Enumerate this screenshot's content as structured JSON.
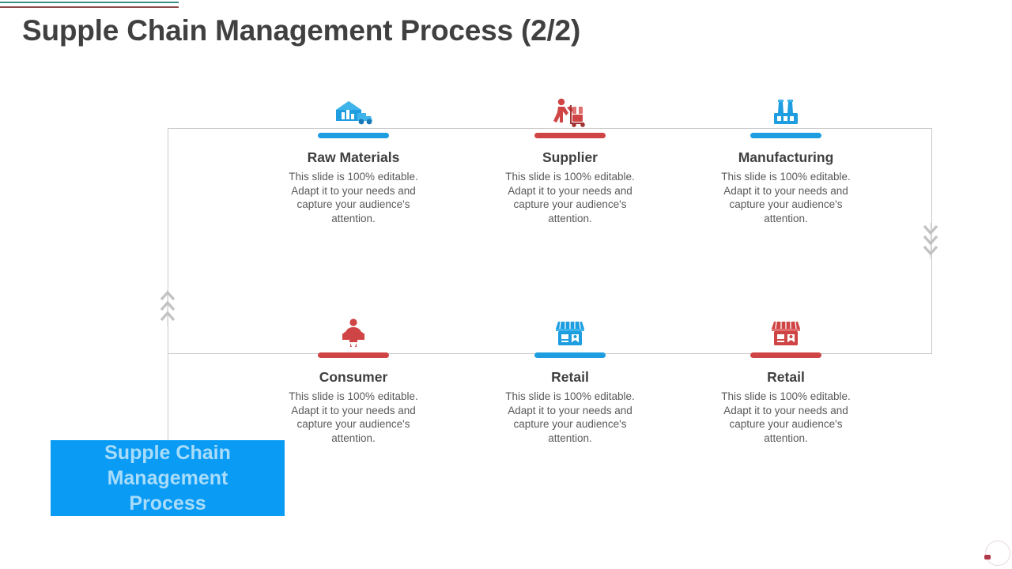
{
  "slide": {
    "title": "Supple Chain Management Process (2/2)",
    "decor": {
      "rule_teal_color": "#3b8f8c",
      "rule_red_color": "#8c4b4b",
      "frame_color": "#c9c9c9",
      "accent_blue": "#1e9de0",
      "accent_red": "#cf4444",
      "callout_bg": "#0a9bf5",
      "callout_fg": "#a8dcfa"
    }
  },
  "body_text": "This slide is 100% editable. Adapt it to your needs and capture your audience's attention.",
  "nodes": [
    {
      "id": "raw-materials",
      "title": "Raw Materials",
      "desc": "This slide is 100% editable. Adapt it to your needs and capture your audience's attention.",
      "icon": "warehouse-truck-icon",
      "color": "blue",
      "row": "top"
    },
    {
      "id": "supplier",
      "title": "Supplier",
      "desc": "This slide is 100% editable. Adapt it to your needs and capture your audience's attention.",
      "icon": "worker-handcart-icon",
      "color": "red",
      "row": "top"
    },
    {
      "id": "manufacturing",
      "title": "Manufacturing",
      "desc": "This slide is 100% editable. Adapt it to your needs and capture your audience's attention.",
      "icon": "factory-icon",
      "color": "blue",
      "row": "top"
    },
    {
      "id": "consumer",
      "title": "Consumer",
      "desc": "This slide is 100% editable. Adapt it to your needs and capture your audience's attention.",
      "icon": "shopper-person-icon",
      "color": "red",
      "row": "bottom"
    },
    {
      "id": "retail-1",
      "title": "Retail",
      "desc": "This slide is 100% editable. Adapt it to your needs and capture your audience's attention.",
      "icon": "storefront-icon",
      "color": "blue",
      "row": "bottom"
    },
    {
      "id": "retail-2",
      "title": "Retail",
      "desc": "This slide is 100% editable. Adapt it to your needs and capture your audience's attention.",
      "icon": "storefront-icon",
      "color": "red",
      "row": "bottom"
    }
  ],
  "callout": {
    "line1": "Supple Chain",
    "line2": "Management",
    "line3": "Process",
    "text": "Supple Chain Management Process"
  },
  "chevrons": {
    "right_direction": "down",
    "left_direction": "up",
    "count": 3
  }
}
